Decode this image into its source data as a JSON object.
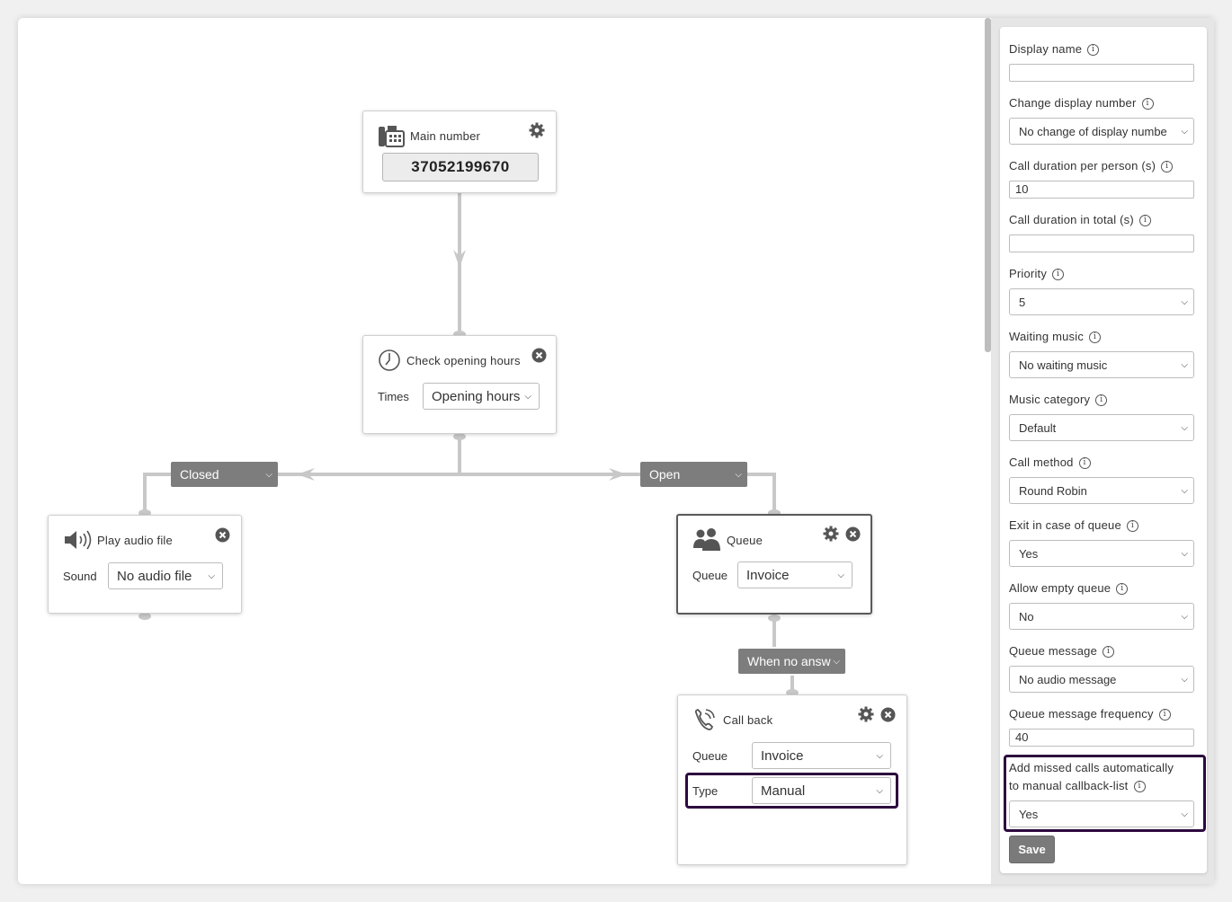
{
  "flow": {
    "main_node": {
      "title": "Main number",
      "number": "37052199670"
    },
    "hours_node": {
      "title": "Check opening hours",
      "times_label": "Times",
      "times_value": "Opening hours"
    },
    "branches": {
      "closed": "Closed",
      "open": "Open",
      "no_answer": "When no answ"
    },
    "audio_node": {
      "title": "Play audio file",
      "sound_label": "Sound",
      "sound_value": "No audio file"
    },
    "queue_node": {
      "title": "Queue",
      "queue_label": "Queue",
      "queue_value": "Invoice"
    },
    "callback_node": {
      "title": "Call back",
      "queue_label": "Queue",
      "queue_value": "Invoice",
      "type_label": "Type",
      "type_value": "Manual"
    }
  },
  "panel": {
    "fields": [
      {
        "label": "Display name",
        "value": ""
      },
      {
        "label": "Change display number",
        "value": "No change of display numbe"
      },
      {
        "label": "Call duration per person (s)",
        "value": "10"
      },
      {
        "label": "Call duration in total (s)",
        "value": ""
      },
      {
        "label": "Priority",
        "value": "5"
      },
      {
        "label": "Waiting music",
        "value": "No waiting music"
      },
      {
        "label": "Music category",
        "value": "Default"
      },
      {
        "label": "Call method",
        "value": "Round Robin"
      },
      {
        "label": "Exit in case of queue",
        "value": "Yes"
      },
      {
        "label": "Allow empty queue",
        "value": "No"
      },
      {
        "label": "Queue message",
        "value": "No audio message"
      },
      {
        "label": "Queue message frequency",
        "value": "40"
      },
      {
        "label_line1": "Add missed calls automatically",
        "label_line2": "to manual callback-list",
        "value": "Yes"
      }
    ],
    "save_label": "Save"
  },
  "icons": {
    "info": "i",
    "chevron": "⌄"
  },
  "colors": {
    "highlight": "#2d0a3e",
    "branch_bg": "#7d7d7d",
    "save_bg": "#7a7a7a"
  }
}
